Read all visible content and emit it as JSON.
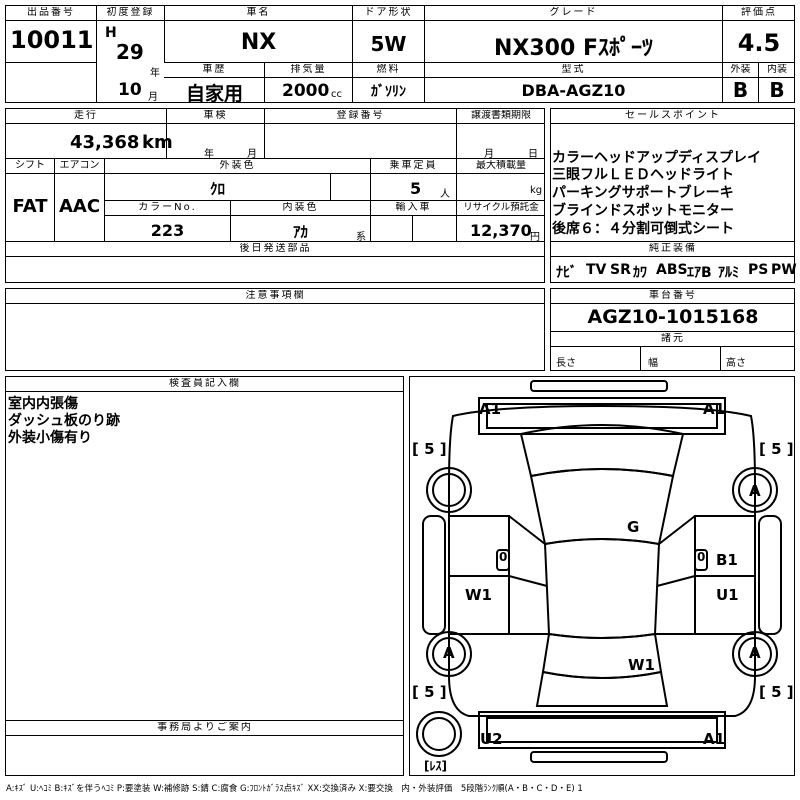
{
  "header": {
    "lot_no_label": "出品番号",
    "lot_no": "10011",
    "first_reg_label": "初度登録",
    "era": "H",
    "year": "29",
    "year_unit": "年",
    "month": "10",
    "month_unit": "月",
    "car_name_label": "車名",
    "car_name": "NX",
    "door_label": "ドア形状",
    "door": "5W",
    "grade_label": "グレード",
    "grade": "NX300 Fｽﾎﾟｰﾂ",
    "score_label": "評価点",
    "score": "4.5",
    "exterior_label": "外装",
    "exterior": "B",
    "interior_label": "内装",
    "interior": "B",
    "history_label": "車歴",
    "history": "自家用",
    "displacement_label": "排気量",
    "displacement": "2000",
    "displacement_unit": "cc",
    "fuel_label": "燃料",
    "fuel": "ｶﾞｿﾘﾝ",
    "model_label": "型式",
    "model": "DBA-AGZ10"
  },
  "details": {
    "mileage_label": "走行",
    "mileage": "43,368",
    "mileage_unit": "km",
    "inspection_label": "車検",
    "inspection_year_unit": "年",
    "inspection_month_unit": "月",
    "reg_no_label": "登録番号",
    "transfer_label": "譲渡書類期限",
    "transfer_month_unit": "月",
    "transfer_day_unit": "日",
    "shift_label": "シフト",
    "shift": "FAT",
    "ac_label": "エアコン",
    "ac": "AAC",
    "ext_color_label": "外装色",
    "ext_color": "ｸﾛ",
    "capacity_label": "乗車定員",
    "capacity": "5",
    "capacity_unit": "人",
    "max_load_label": "最大積載量",
    "max_load_unit": "kg",
    "color_no_label": "カラーNo.",
    "color_no": "223",
    "int_color_label": "内装色",
    "int_color": "ｱｶ",
    "int_color_unit": "系",
    "import_label": "輸入車",
    "recycle_label": "リサイクル預託金",
    "recycle": "12,370",
    "recycle_unit": "円",
    "later_parts_label": "後日発送部品"
  },
  "sales_points": {
    "label": "セールスポイント",
    "items": [
      "カラーヘッドアップディスプレイ",
      "三眼フルＬＥＤヘッドライト",
      "パーキングサポートブレーキ",
      "ブラインドスポットモニター",
      "後席６：４分割可倒式シート"
    ]
  },
  "equipment": {
    "label": "純正装備",
    "items": [
      "ﾅﾋﾞ",
      "TV",
      "SR",
      "ｶﾜ",
      "ABS",
      "ｴｱB",
      "ｱﾙﾐ",
      "PS",
      "PW"
    ]
  },
  "notes": {
    "label": "注意事項欄"
  },
  "chassis": {
    "label": "車台番号",
    "value": "AGZ10-1015168",
    "dims_label": "諸元",
    "length_label": "長さ",
    "width_label": "幅",
    "height_label": "高さ"
  },
  "inspector": {
    "label": "検査員記入欄",
    "lines": [
      "室内内張傷",
      "ダッシュ板のり跡",
      "外装小傷有り"
    ]
  },
  "office": {
    "label": "事務局よりご案内"
  },
  "diagram": {
    "marks": {
      "front_left": "A1",
      "front_right": "A1",
      "tire_tl": "[ 5 ]",
      "tire_tr": "[ 5 ]",
      "tire_bl": "[ 5 ]",
      "tire_br": "[ 5 ]",
      "wheel_fr": "A",
      "wheel_rl": "A",
      "wheel_rr": "A",
      "windshield": "G",
      "right_fender": "B1",
      "left_door": "W1",
      "right_door": "U1",
      "roof": "W1",
      "rear_left": "U2",
      "rear_right": "A1",
      "spare": "[ﾚｽ]",
      "left_mirror_zero": "0",
      "right_mirror_zero": "0"
    }
  },
  "legend": "A:ｷｽﾞ U:ﾍｺﾐ B:ｷｽﾞを伴うﾍｺﾐ P:要塗装 W:補修跡 S:錆 C:腐食 G:ﾌﾛﾝﾄｶﾞﾗｽ点ｷｽﾞ XX:交換済み X:要交換　内・外装評価　5段階ﾗﾝｸ順(A・B・C・D・E) 1"
}
